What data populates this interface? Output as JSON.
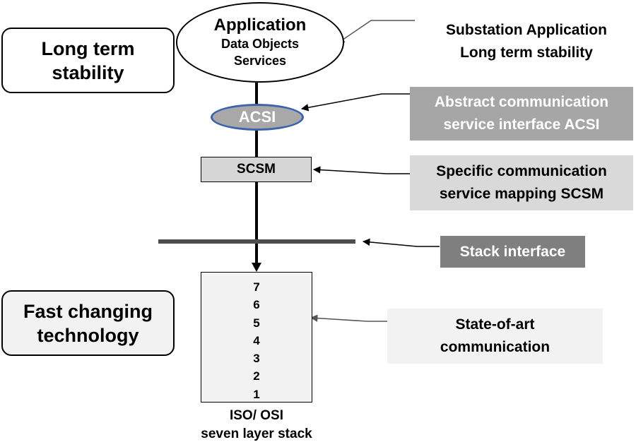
{
  "diagram": {
    "long_term_box": {
      "lines": [
        "Long term",
        "stability"
      ]
    },
    "fast_changing_box": {
      "lines": [
        "Fast changing",
        "technology"
      ]
    },
    "application": {
      "title": "Application",
      "line2": "Data Objects",
      "line3": "Services"
    },
    "acsi": {
      "label": "ACSI"
    },
    "scsm": {
      "label": "SCSM"
    },
    "osi_stack": {
      "layers": [
        "7",
        "6",
        "5",
        "4",
        "3",
        "2",
        "1"
      ],
      "caption_lines": [
        "ISO/ OSI",
        "seven layer stack"
      ]
    },
    "labels": {
      "substation": {
        "lines": [
          "Substation Application",
          "Long term stability"
        ]
      },
      "acsi_desc": {
        "lines": [
          "Abstract communication",
          "service interface ACSI"
        ]
      },
      "scsm_desc": {
        "lines": [
          "Specific communication",
          "service mapping SCSM"
        ]
      },
      "stack_interface": {
        "lines": [
          "Stack interface"
        ]
      },
      "state_of_art": {
        "lines": [
          "State-of-art",
          "communication"
        ]
      }
    },
    "colors": {
      "acsi_fill": "#a8a8a8",
      "acsi_border": "#3b64ad",
      "acsi_desc_fill": "#a6a6a6",
      "scsm_desc_fill": "#d9d9d9",
      "stack_interface_fill": "#7f7f7f",
      "state_of_art_fill": "#f2f2f2",
      "fast_changing_fill": "#f2f2f2"
    }
  }
}
